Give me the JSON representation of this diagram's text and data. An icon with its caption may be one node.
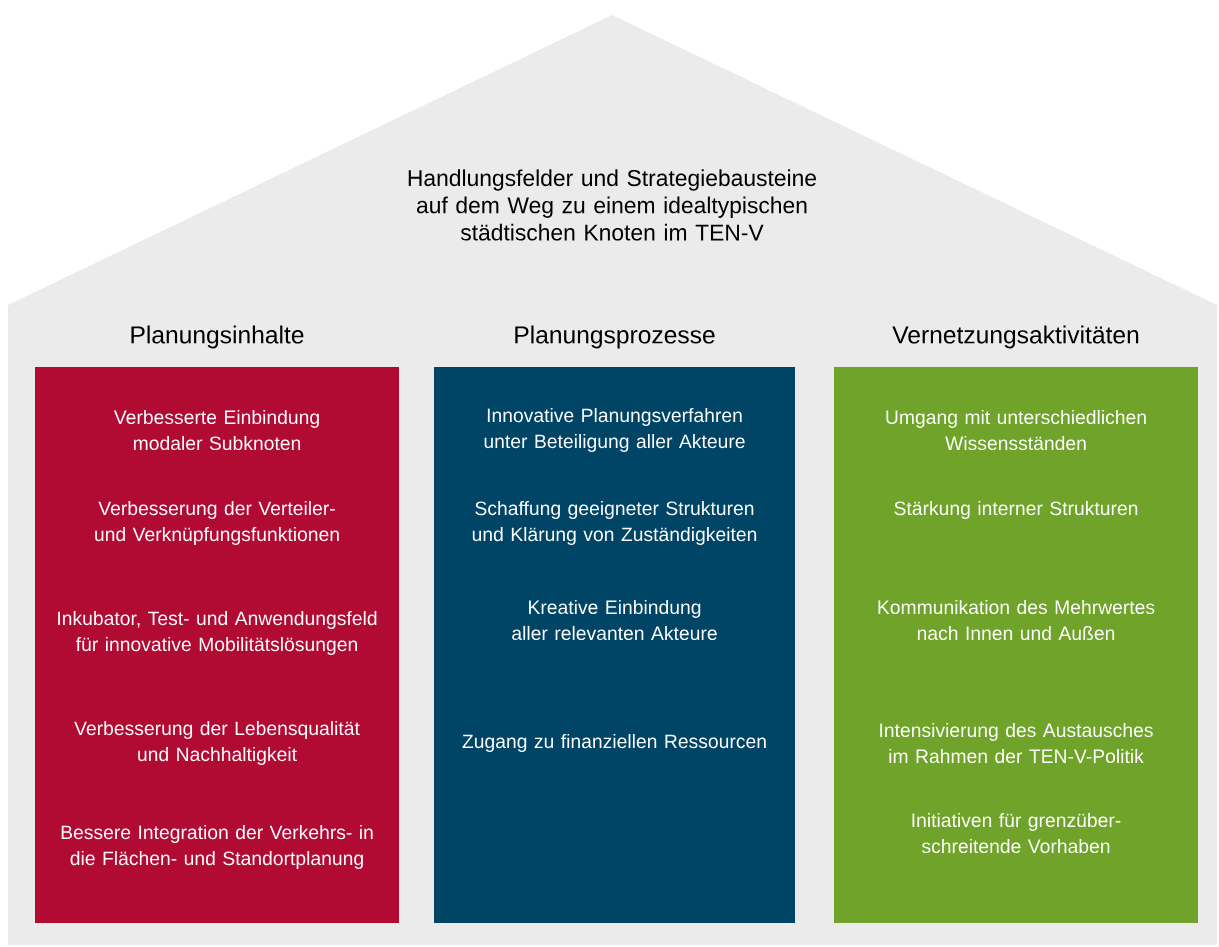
{
  "diagram": {
    "nodes": [
      {
        "text": [
          "Handlungsfelder und Strategiebausteine auf dem Weg zu einem idealtypischen städtischen Knoten im TEN-V"
        ]
      },
      {
        "text": [
          "Planungsinhalte",
          "Verbesserte Einbindung modaler Subknoten",
          "Verbesserung der Verteiler- und Verknüpfungsfunktionen",
          "Inkubator, Test- und Anwendungsfeld für innovative Mobilitätslösungen",
          "Verbesserung der Lebensqualität und Nachhaltigkeit",
          "Bessere Integration der Verkehrs- in die Flächen- und Standortplanung"
        ],
        "in": 0
      },
      {
        "text": [
          "Planungsprozesse",
          "Innovative Planungsverfahren unter Beteiligung aller Akteure",
          "Schaffung geeigneter Strukturen und Klärung von Zuständigkeiten",
          "Kreative Einbindung aller relevanten Akteure",
          "Zugang zu finanziellen Ressourcen"
        ],
        "in": 0
      },
      {
        "text": [
          "Vernetzungsaktivitäten",
          "Umgang mit unterschiedlichen Wissensständen",
          "Stärkung interner Strukturen",
          "Kommunikation des Mehrwertes nach Innen und Außen",
          "Intensivierung des Austausches im Rahmen der TEN-V-Politik",
          "Initiativen für grenzüber- schreitende Vorhaben"
        ],
        "in": 0
      }
    ]
  }
}
